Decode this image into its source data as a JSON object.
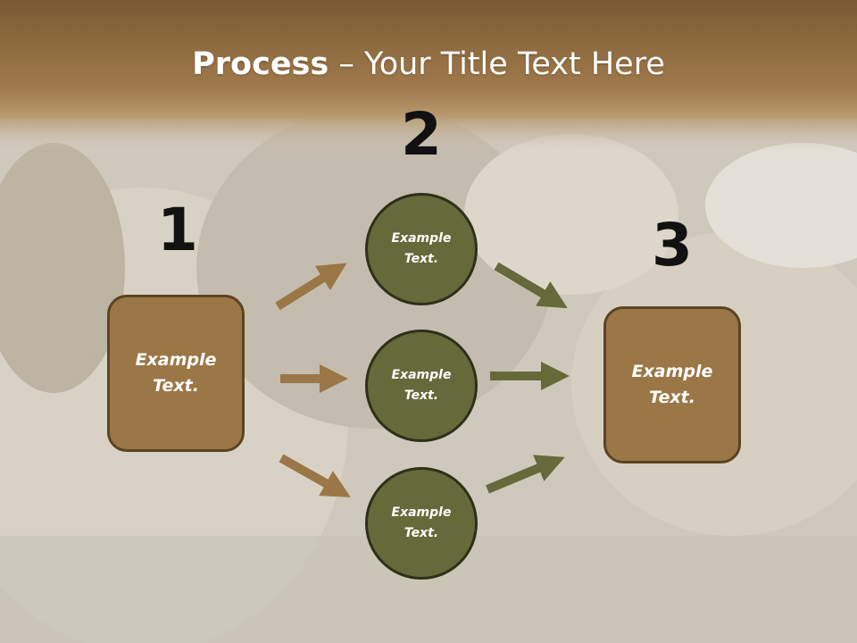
{
  "slide": {
    "title_bold": "Process",
    "title_rest": " – Your Title Text Here"
  },
  "steps": {
    "step1": "1",
    "step2": "2",
    "step3": "3"
  },
  "nodes": {
    "left_box": "Example\nText.",
    "circle_top": "Example\nText.",
    "circle_middle": "Example\nText.",
    "circle_bottom": "Example\nText.",
    "right_box": "Example\nText."
  },
  "colors": {
    "header_band": "#9a7347",
    "box_fill": "#9b7747",
    "circle_fill": "#66693a",
    "arrow_brown": "#9b7747",
    "arrow_green": "#66693a"
  }
}
